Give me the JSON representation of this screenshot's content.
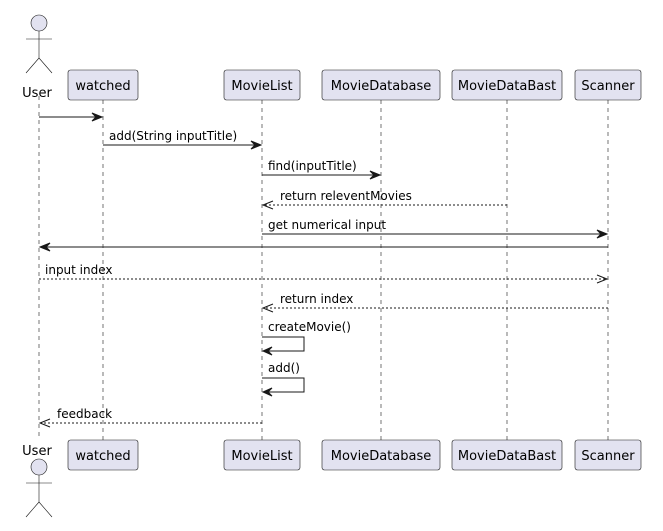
{
  "actors": [
    {
      "id": "user",
      "label": "User"
    }
  ],
  "participants": [
    {
      "id": "watched",
      "label": "watched"
    },
    {
      "id": "movielist",
      "label": "MovieList"
    },
    {
      "id": "moviedatabase",
      "label": "MovieDatabase"
    },
    {
      "id": "moviedatabast",
      "label": "MovieDataBast"
    },
    {
      "id": "scanner",
      "label": "Scanner"
    }
  ],
  "messages": [
    {
      "from": "user",
      "to": "watched",
      "label": "",
      "style": "solid",
      "self": false
    },
    {
      "from": "watched",
      "to": "movielist",
      "label": "add(String inputTitle)",
      "style": "solid",
      "self": false
    },
    {
      "from": "movielist",
      "to": "moviedatabase",
      "label": "find(inputTitle)",
      "style": "solid",
      "self": false
    },
    {
      "from": "moviedatabast",
      "to": "movielist",
      "label": "return releventMovies",
      "style": "dashed",
      "self": false
    },
    {
      "from": "movielist",
      "to": "scanner",
      "label": "get numerical input",
      "style": "solid",
      "self": false
    },
    {
      "from": "scanner",
      "to": "user",
      "label": "",
      "style": "solid",
      "self": false
    },
    {
      "from": "user",
      "to": "scanner",
      "label": "input index",
      "style": "dashed",
      "self": false
    },
    {
      "from": "scanner",
      "to": "movielist",
      "label": "return index",
      "style": "dashed",
      "self": false
    },
    {
      "from": "movielist",
      "to": "movielist",
      "label": "createMovie()",
      "style": "solid",
      "self": true
    },
    {
      "from": "movielist",
      "to": "movielist",
      "label": "add()",
      "style": "solid",
      "self": true
    },
    {
      "from": "movielist",
      "to": "user",
      "label": "feedback",
      "style": "dashed",
      "self": false
    }
  ],
  "colors": {
    "participant_fill": "#e2e2f0",
    "line": "#181818",
    "text": "#000000"
  }
}
